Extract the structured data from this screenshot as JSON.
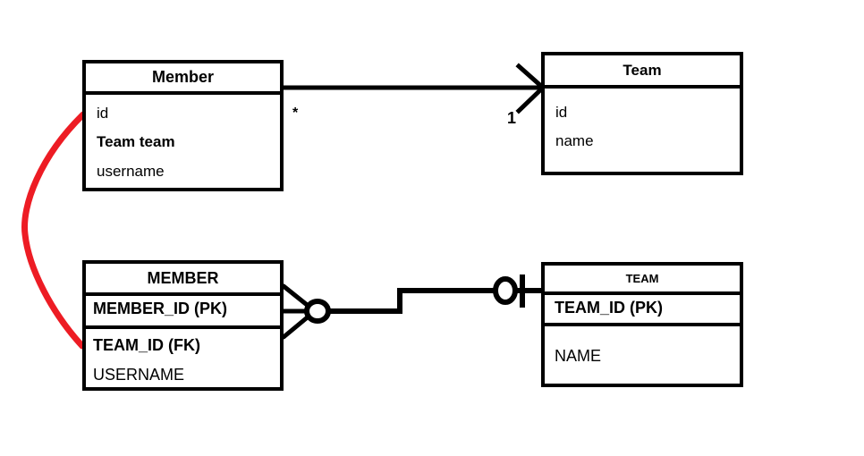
{
  "diagram": {
    "title": "UML class diagram and ER crow's foot diagram mapping Member/Team",
    "background_color": "#ffffff",
    "stroke_color": "#000000",
    "highlight_color": "#ED1C24"
  },
  "uml": {
    "member_class": {
      "name": "Member",
      "attributes": [
        {
          "text": "id",
          "bold": false
        },
        {
          "text": "Team team",
          "bold": true
        },
        {
          "text": "username",
          "bold": false
        }
      ]
    },
    "team_class": {
      "name": "Team",
      "attributes": [
        {
          "text": "id",
          "bold": false
        },
        {
          "text": "name",
          "bold": false
        }
      ]
    },
    "association": {
      "source_multiplicity": "*",
      "target_multiplicity": "1",
      "arrow_style": "open-arrow"
    }
  },
  "er": {
    "member_table": {
      "name": "MEMBER",
      "key_column": "MEMBER_ID (PK)",
      "columns": [
        {
          "text": "TEAM_ID (FK)",
          "bold": true
        },
        {
          "text": "USERNAME",
          "bold": false
        }
      ]
    },
    "team_table": {
      "name": "TEAM",
      "key_column": "TEAM_ID (PK)",
      "columns": [
        {
          "text": "NAME",
          "bold": false
        }
      ]
    },
    "relationship": {
      "member_side_notation": "zero-or-many-crows-foot",
      "team_side_notation": "zero-or-one"
    }
  },
  "annotation": {
    "red_link_label": "mapping curve from Team team to TEAM_ID (FK)",
    "color": "#ED1C24"
  }
}
